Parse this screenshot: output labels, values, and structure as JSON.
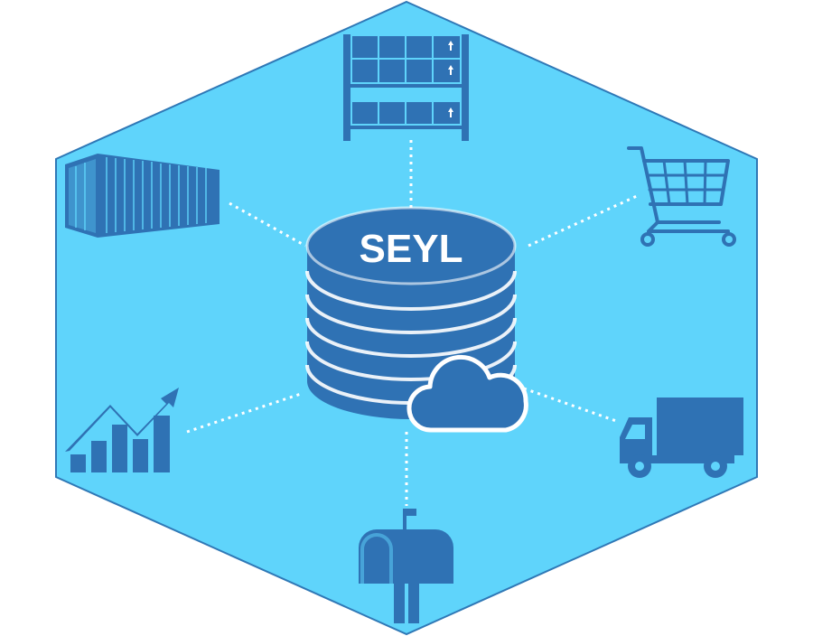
{
  "diagram": {
    "center_label": "SEYL",
    "nodes": [
      {
        "id": "warehouse",
        "icon": "warehouse-shelves-icon"
      },
      {
        "id": "shopping",
        "icon": "shopping-cart-icon"
      },
      {
        "id": "delivery",
        "icon": "delivery-truck-icon"
      },
      {
        "id": "mail",
        "icon": "mailbox-icon"
      },
      {
        "id": "analytics",
        "icon": "growth-chart-icon"
      },
      {
        "id": "shipping",
        "icon": "shipping-container-icon"
      }
    ],
    "center_icons": [
      "database-icon",
      "cloud-icon"
    ]
  },
  "colors": {
    "hexagon_fill": "#5fd4fb",
    "hexagon_stroke": "#2f78b6",
    "icon": "#2f72b4",
    "connector": "#ffffff"
  }
}
